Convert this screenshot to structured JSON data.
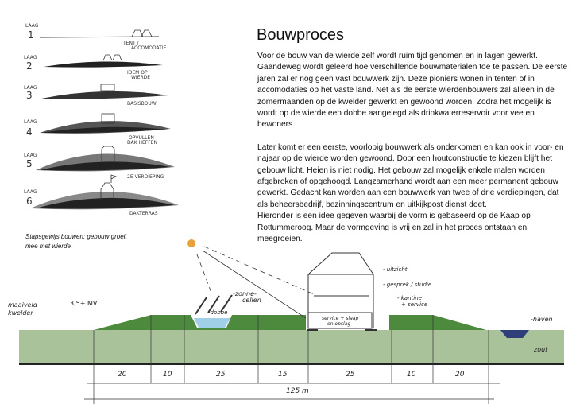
{
  "page": {
    "title": "Bouwproces",
    "paragraphs": [
      "Voor de bouw van de wierde zelf wordt ruim tijd genomen en in lagen gewerkt. Gaandeweg wordt geleerd hoe verschillende bouwmaterialen toe te passen. De eerste jaren zal er nog geen vast bouwwerk zijn. Deze pioniers wonen in tenten of in accomodaties op het vaste land. Net als de eerste wierdenbouwers zal alleen in de zomermaanden op de kwelder gewerkt  en gewoond worden. Zodra het mogelijk is wordt op de wierde een dobbe aangelegd als drinkwaterreservoir voor vee en bewoners.",
      "Later komt er een eerste, voorlopig bouwwerk als onderkomen en kan ook in voor- en najaar op de wierde worden gewoond. Door een houtconstructie te kiezen blijft het gebouw licht. Heien is niet nodig. Het gebouw zal mogelijk enkele malen worden afgebroken of opgehoogd. Langzamerhand wordt aan een meer permanent gebouw gewerkt. Gedacht kan worden aan een bouwwerk van twee of drie verdiepingen, dat als beheersbedrijf, bezinningscentrum en uitkijkpost dienst doet.",
      "Hieronder is een idee gegeven waarbij de vorm is gebaseerd op de Kaap op Rottummeroog. Maar de vormgeving is vrij en zal in het proces ontstaan en meegroeien."
    ],
    "caption": "Stapsgewijs bouwen: gebouw groeit mee met wierde."
  },
  "layers": [
    {
      "label": "LAAG",
      "number": "1",
      "note": [
        "TENT /",
        "ACCOMODATIE"
      ]
    },
    {
      "label": "LAAG",
      "number": "2",
      "note": [
        "IDEM OP",
        "WIERDE"
      ]
    },
    {
      "label": "LAAG",
      "number": "3",
      "note": [
        "BASISBOUW"
      ]
    },
    {
      "label": "LAAG",
      "number": "4",
      "note": [
        "OPVULLEN",
        "DAK HEFFEN"
      ]
    },
    {
      "label": "LAAG",
      "number": "5",
      "note": [
        "2E VERDIEPING"
      ]
    },
    {
      "label": "LAAG",
      "number": "6",
      "note": [
        "DAKTERRAS"
      ]
    }
  ],
  "section": {
    "labels": {
      "maaiveld": "maaiveld",
      "kwelder": "kwelder",
      "height": "3,5+ MV",
      "zonnecellen_1": "-zonne-",
      "zonnecellen_2": "cellen",
      "dobbe": "-dobbe",
      "uitzicht": "- uitzicht",
      "gesprek": "- gesprek / studie",
      "kantine_1": "- kantine",
      "kantine_2": "+ service",
      "service_1": "service + slaap",
      "service_2": "en opslag",
      "haven": "-haven",
      "zout": "zout"
    },
    "dimensions": [
      "20",
      "10",
      "25",
      "15",
      "25",
      "10",
      "20"
    ],
    "total": "125  m"
  },
  "colors": {
    "ground": "#a9c29a",
    "mound": "#4e8a3e",
    "water": "#9fd0e8",
    "haven_water": "#2e3f7a"
  }
}
